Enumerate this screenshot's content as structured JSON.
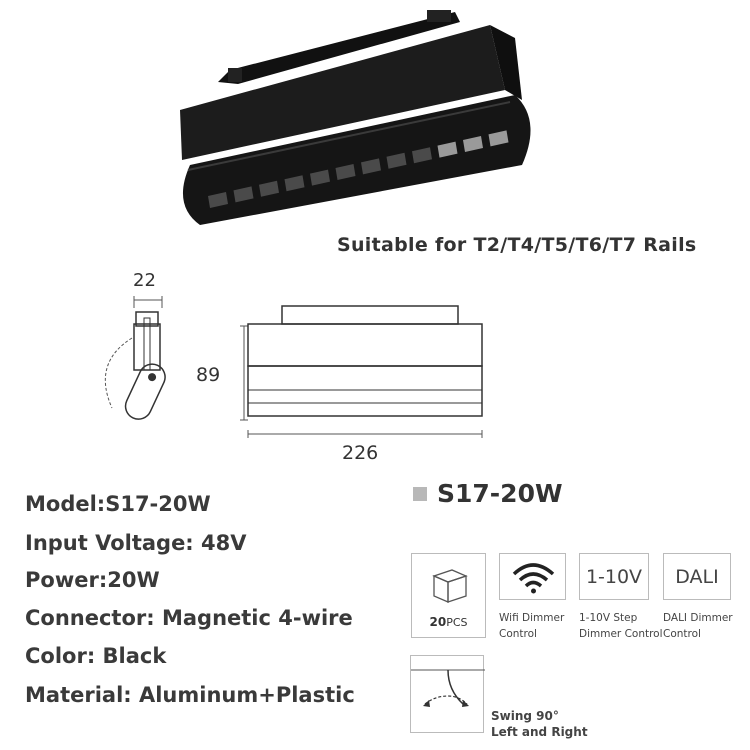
{
  "header": {
    "rails_caption": "Suitable for T2/T4/T5/T6/T7 Rails"
  },
  "dimensions": {
    "width_side": "22",
    "height": "89",
    "length": "226"
  },
  "specs": {
    "model_label": "Model:",
    "model_value": "S17-20W",
    "voltage_label": "Input Voltage:",
    "voltage_value": "48V",
    "power_label": "Power:",
    "power_value": "20W",
    "connector_label": "Connector:",
    "connector_value": "Magnetic 4-wire",
    "color_label": "Color:",
    "color_value": "Black",
    "material_label": "Material:",
    "material_value": "Aluminum+Plastic"
  },
  "model_heading": "S17-20W",
  "features": {
    "pcs_number": "20",
    "pcs_unit": "PCS",
    "wifi_line1": "Wifi Dimmer",
    "wifi_line2": "Control",
    "wifi_icon": "wifi-icon",
    "step_box": "1-10V",
    "step_line1": "1-10V Step",
    "step_line2": "Dimmer Control",
    "dali_box": "DALI",
    "dali_line1": "DALI Dimmer",
    "dali_line2": "Control",
    "package_icon": "box-icon",
    "swing_icon": "swing-arrow-icon",
    "swing_line1": "Swing 90°",
    "swing_line2": "Left and Right"
  },
  "colors": {
    "product": "#1a1a1a",
    "text": "#333333",
    "accent_gray": "#b8b8b8"
  }
}
